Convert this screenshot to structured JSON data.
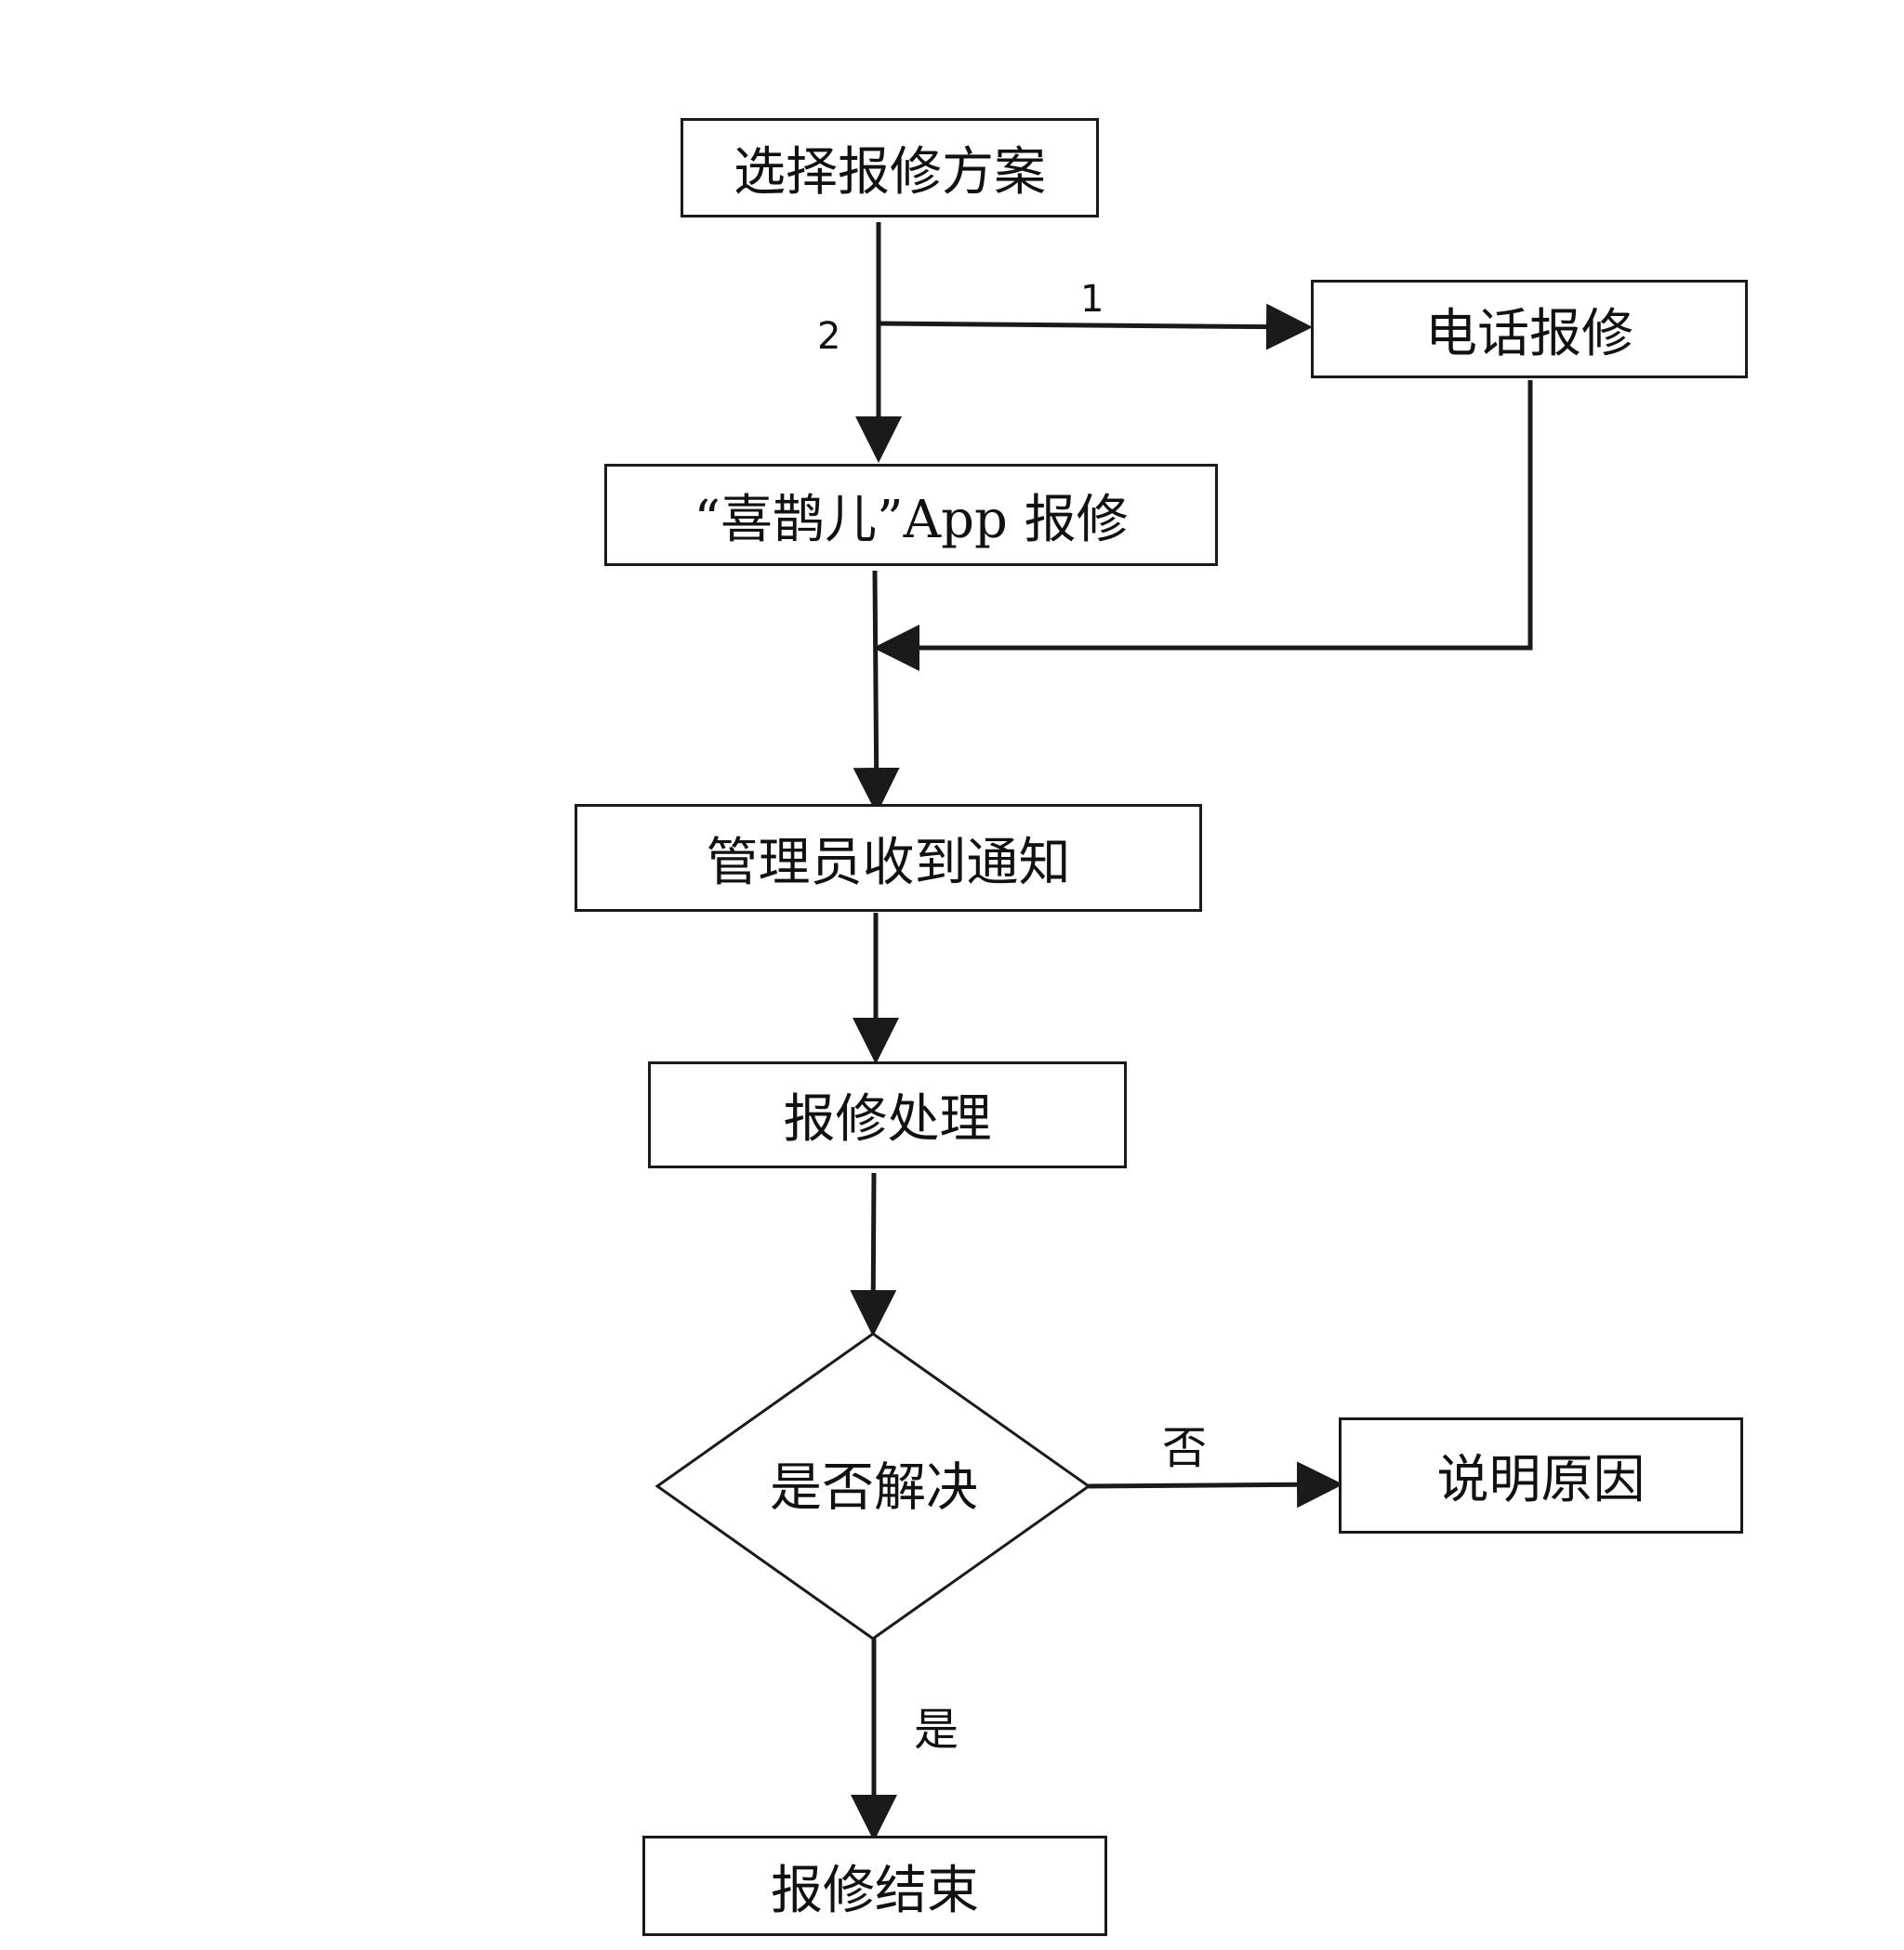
{
  "nodes": {
    "choose_plan": "选择报修方案",
    "phone_repair": "电话报修",
    "app_repair": "“喜鹊儿”App 报修",
    "admin_notified": "管理员收到通知",
    "repair_processing": "报修处理",
    "resolved_decision": "是否解决",
    "explain_reason": "说明原因",
    "repair_end": "报修结束"
  },
  "edge_labels": {
    "option_1": "1",
    "option_2": "2",
    "no": "否",
    "yes": "是"
  },
  "colors": {
    "stroke": "#1a1a1a",
    "background": "#ffffff"
  }
}
